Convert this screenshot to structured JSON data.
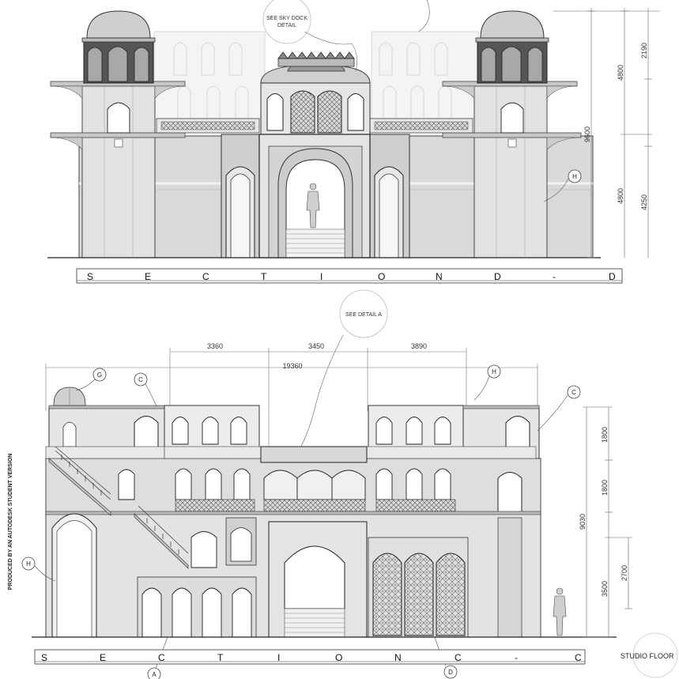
{
  "watermark": "PRODUCED BY AN AUTODESK STUDENT VERSION",
  "top_section": {
    "title_letters": [
      "S",
      "E",
      "C",
      "T",
      "I",
      "O",
      "N",
      "D",
      "-",
      "D"
    ],
    "callout": [
      "SEE SKY DOCK",
      "DETAIL"
    ],
    "tag_h": "H",
    "dims_outer": [
      "9600"
    ],
    "dims_mid": [
      "4800",
      "4800"
    ],
    "dims_inner": [
      "2190",
      "4250"
    ]
  },
  "bottom_section": {
    "title_letters": [
      "S",
      "E",
      "C",
      "T",
      "I",
      "O",
      "N",
      "C",
      "-",
      "C"
    ],
    "callout": "SEE DETAIL A",
    "width_dims": [
      "3360",
      "3450",
      "3890"
    ],
    "overall_width": "19360",
    "tags": [
      "G",
      "C",
      "H",
      "C",
      "H",
      "A",
      "D"
    ],
    "dims_outer": [
      "9030"
    ],
    "dims_mid": [
      "1800",
      "1800",
      "3500"
    ],
    "dims_inner": [
      "2700"
    ],
    "studio_floor": "STUDIO FLOOR"
  }
}
